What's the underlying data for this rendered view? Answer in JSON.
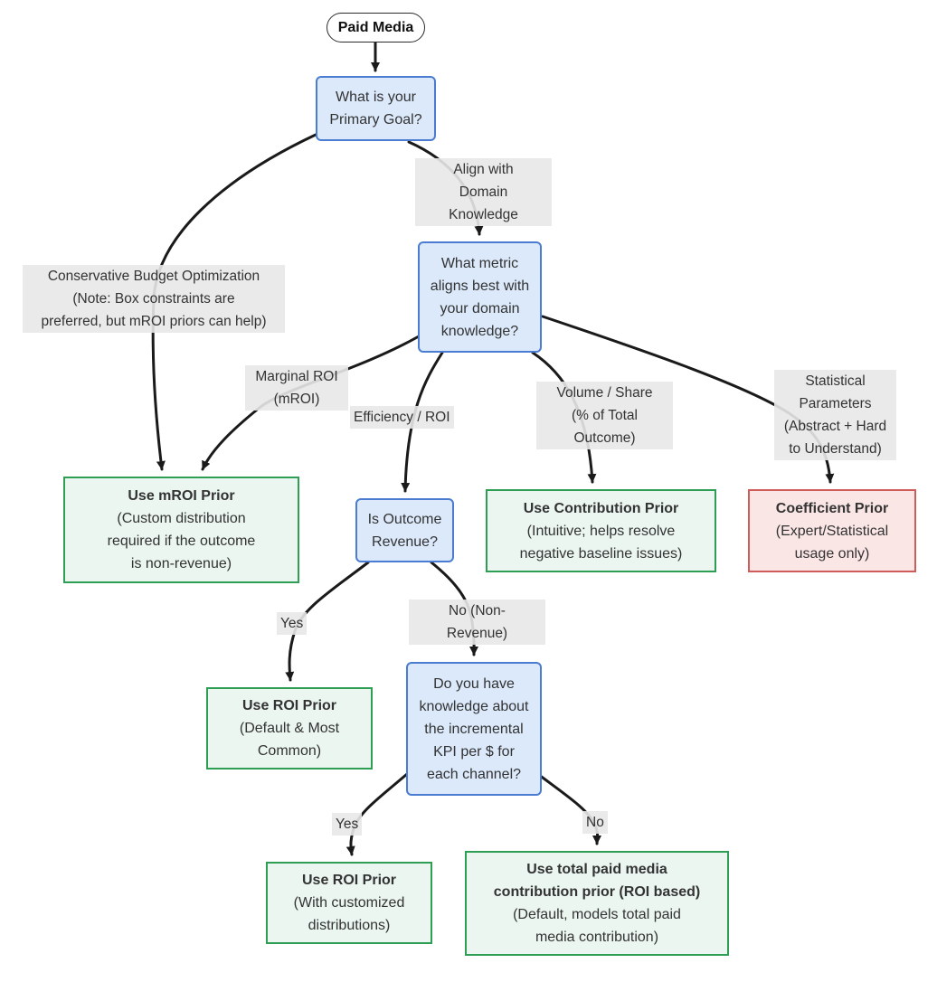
{
  "diagram": {
    "type": "flowchart",
    "root_label": "Paid Media",
    "nodes": {
      "paid_media": {
        "label": "Paid Media"
      },
      "primary_goal": {
        "label": "What is your\nPrimary Goal?"
      },
      "what_metric": {
        "label": "What metric\naligns best with\nyour domain\nknowledge?"
      },
      "is_outcome_revenue": {
        "label": "Is Outcome\nRevenue?"
      },
      "kpi_knowledge": {
        "label": "Do you have\nknowledge about\nthe incremental\nKPI per $ for\neach channel?"
      },
      "use_mroi_prior": {
        "title": "Use mROI Prior",
        "subtitle": "(Custom distribution\nrequired if the outcome\nis non-revenue)"
      },
      "use_contribution_prior": {
        "title": "Use Contribution Prior",
        "subtitle": "(Intuitive; helps resolve\nnegative baseline issues)"
      },
      "coefficient_prior": {
        "title": "Coefficient Prior",
        "subtitle": "(Expert/Statistical\nusage only)"
      },
      "use_roi_prior_default": {
        "title": "Use ROI Prior",
        "subtitle": "(Default & Most\nCommon)"
      },
      "use_roi_prior_custom": {
        "title": "Use ROI Prior",
        "subtitle": "(With customized\ndistributions)"
      },
      "use_total_paid_media": {
        "title": "Use total paid media\ncontribution prior (ROI based)",
        "subtitle": "(Default, models total paid\nmedia contribution)"
      }
    },
    "edge_labels": {
      "conservative_budget": "Conservative Budget Optimization\n(Note: Box constraints are\npreferred, but mROI priors can help)",
      "align_domain": "Align with\nDomain\nKnowledge",
      "marginal_roi": "Marginal ROI\n(mROI)",
      "efficiency_roi": "Efficiency / ROI",
      "volume_share": "Volume / Share\n(% of Total\nOutcome)",
      "statistical_parameters": "Statistical\nParameters\n(Abstract + Hard\nto Understand)",
      "yes_revenue": "Yes",
      "no_non_revenue": "No (Non-\nRevenue)",
      "yes_kpi": "Yes",
      "no_kpi": "No"
    },
    "colors": {
      "decision_fill": "#dbe9fb",
      "decision_border": "#4a7dd1",
      "recommended_fill": "#eaf6ef",
      "recommended_border": "#2e9e54",
      "caution_fill": "#fbe6e6",
      "caution_border": "#cf5b5b",
      "edge_label_bg": "#e8e8e8",
      "edge_stroke": "#1a1a1a",
      "text": "#333333"
    }
  }
}
